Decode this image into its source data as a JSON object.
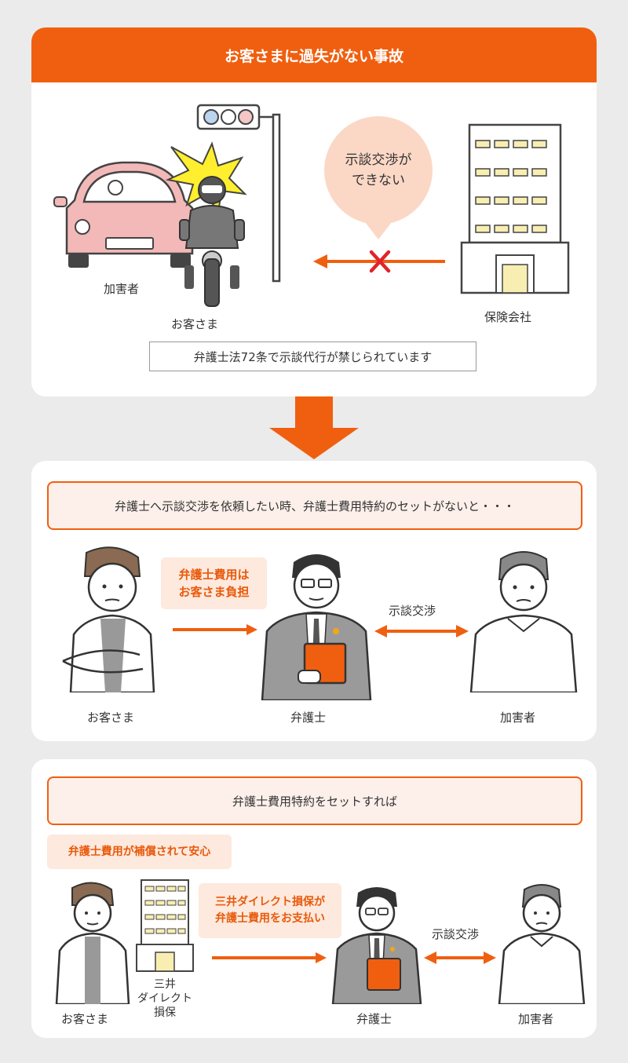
{
  "section1": {
    "title": "お客さまに過失がない事故",
    "perpetrator_label": "加害者",
    "customer_label": "お客さま",
    "insurer_label": "保険会社",
    "bubble_line1": "示談交渉が",
    "bubble_line2": "できない",
    "notice": "弁護士法72条で示談代行が禁じられています"
  },
  "section2": {
    "banner": "弁護士へ示談交渉を依頼したい時、弁護士費用特約のセットがないと・・・",
    "fee_line1": "弁護士費用は",
    "fee_line2": "お客さま負担",
    "negotiation": "示談交渉",
    "customer_label": "お客さま",
    "lawyer_label": "弁護士",
    "perpetrator_label": "加害者"
  },
  "section3": {
    "banner": "弁護士費用特約をセットすれば",
    "reassure": "弁護士費用が補償されて安心",
    "pays_line1": "三井ダイレクト損保が",
    "pays_line2": "弁護士費用をお支払い",
    "negotiation": "示談交渉",
    "customer_label": "お客さま",
    "company_line1": "三井",
    "company_line2": "ダイレクト",
    "company_line3": "損保",
    "lawyer_label": "弁護士",
    "perpetrator_label": "加害者"
  },
  "colors": {
    "accent": "#f05f0f",
    "accent_light": "#fde9de",
    "bubble": "#fbd8c6",
    "car": "#f3b8b8",
    "background": "#ebebeb",
    "cross": "#e0242b"
  }
}
